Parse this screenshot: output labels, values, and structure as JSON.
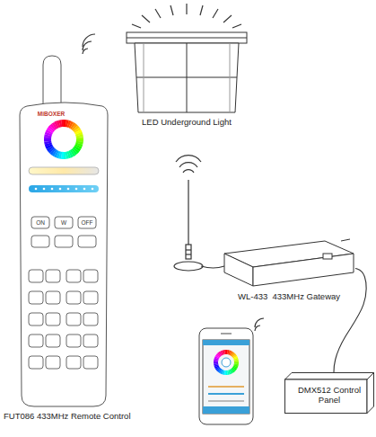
{
  "diagram": {
    "nodes": [
      {
        "text": [
          "LED Underground Light"
        ]
      },
      {
        "text": [
          "FUT086 433MHz Remote Control"
        ]
      },
      {
        "text": [
          "WL-433  433MHz Gateway"
        ]
      },
      {
        "text": [
          "DMX512 Control Panel"
        ]
      }
    ],
    "edges": [
      {
        "from": 2,
        "to": 3,
        "arrow": "none"
      }
    ],
    "labels": [
      "MiBOXER",
      "ON",
      "W",
      "OFF"
    ]
  }
}
